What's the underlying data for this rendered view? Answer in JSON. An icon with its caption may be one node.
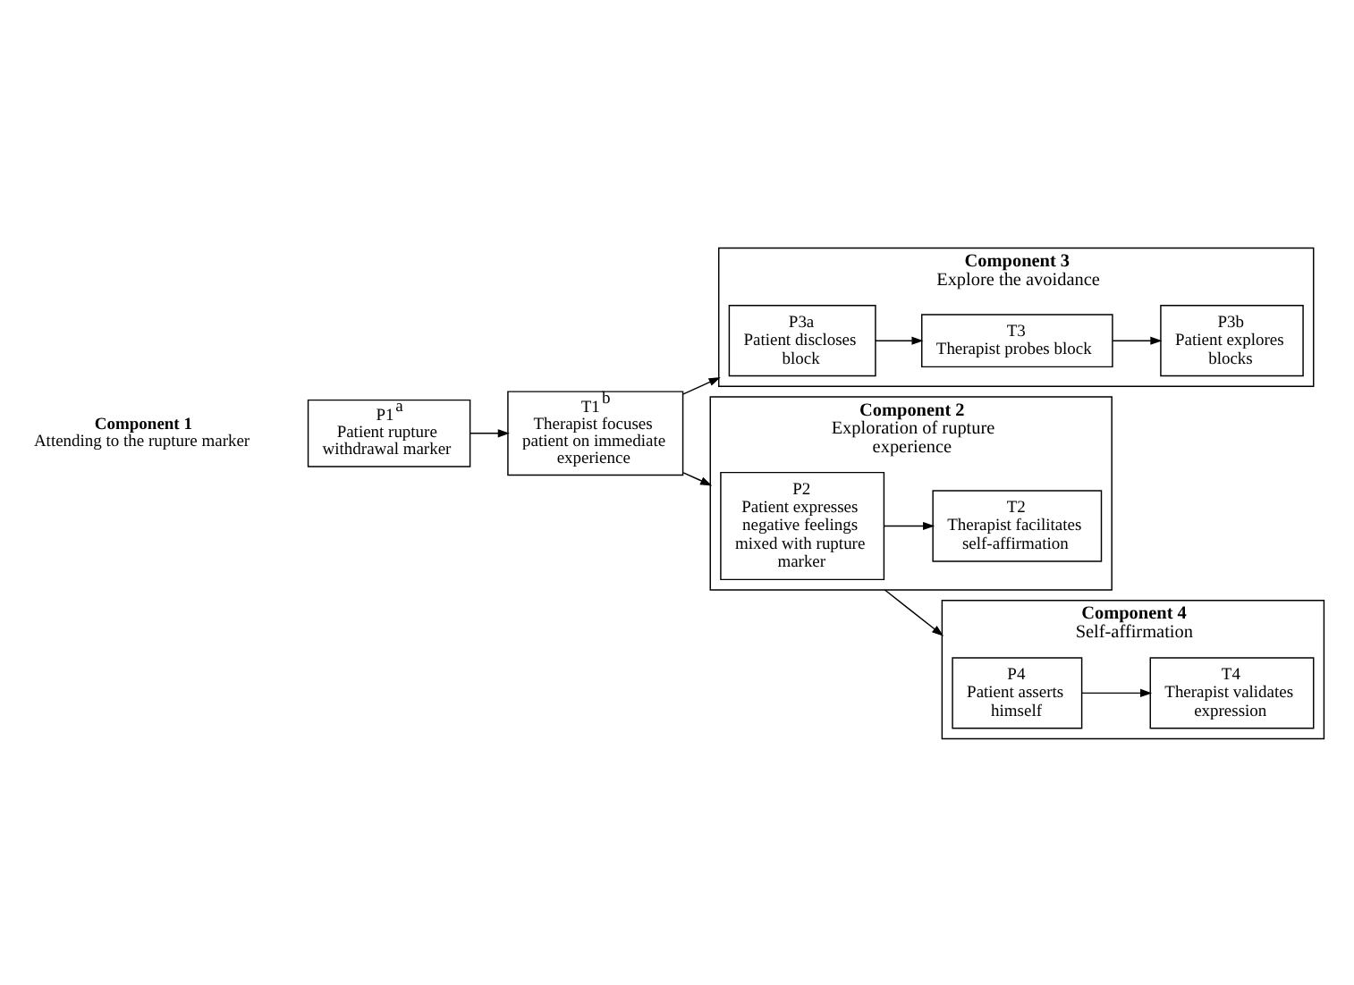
{
  "diagram": {
    "nodes": [
      {
        "text": [
          "P1$^{a}$",
          "Patient rupture withdrawal marker"
        ]
      },
      {
        "text": [
          "T1$^{b}$",
          "Therapist focuses patient on immediate experience"
        ]
      },
      {
        "text": [
          "Component 3",
          "Explore the avoidance"
        ]
      },
      {
        "text": [
          "P3a",
          "Patient discloses block"
        ],
        "in": 2
      },
      {
        "text": [
          "T3",
          "Therapist probes block"
        ],
        "in": 2
      },
      {
        "text": [
          "P3b",
          "Patient explores blocks"
        ],
        "in": 2
      },
      {
        "text": [
          "Component 2",
          "Exploration of rupture experience"
        ]
      },
      {
        "text": [
          "P2",
          "Patient expresses negative feelings mixed with rupture marker"
        ],
        "in": 6
      },
      {
        "text": [
          "T2",
          "Therapist facilitates self-affirmation"
        ],
        "in": 6
      },
      {
        "text": [
          "Component 4",
          "Self-affirmation"
        ]
      },
      {
        "text": [
          "P4",
          "Patient asserts himself"
        ],
        "in": 9
      },
      {
        "text": [
          "T4",
          "Therapist validates expression"
        ],
        "in": 9
      }
    ],
    "edges": [
      {
        "from": 0,
        "to": 1,
        "arrow": "to"
      },
      {
        "from": 1,
        "to": 2,
        "arrow": "to"
      },
      {
        "from": 1,
        "to": 6,
        "arrow": "to"
      },
      {
        "from": 3,
        "to": 4,
        "arrow": "to"
      },
      {
        "from": 4,
        "to": 5,
        "arrow": "to"
      },
      {
        "from": 7,
        "to": 8,
        "arrow": "to"
      },
      {
        "from": 6,
        "to": 9,
        "arrow": "to"
      },
      {
        "from": 10,
        "to": 11,
        "arrow": "to"
      }
    ],
    "labels": [
      "Component 1",
      "Attending to the rupture marker"
    ]
  }
}
